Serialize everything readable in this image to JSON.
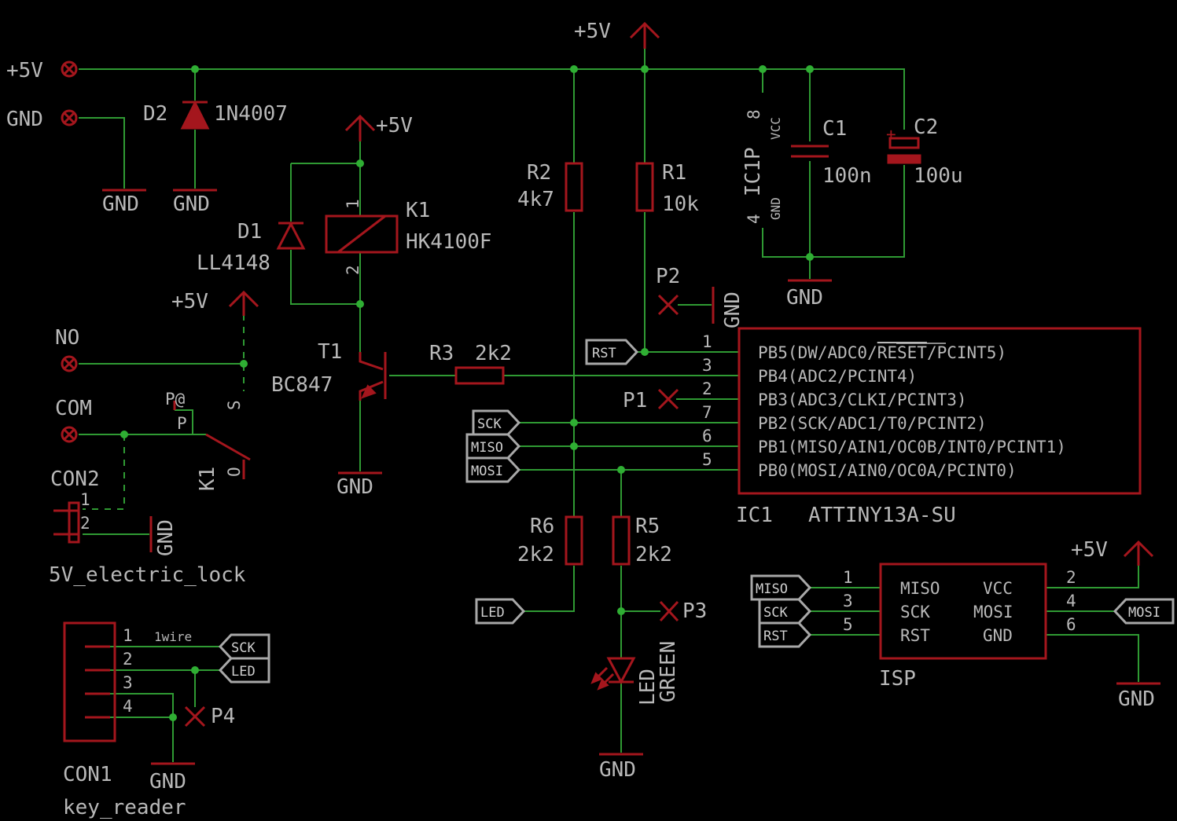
{
  "schematic": {
    "nets": {
      "vcc": "+5V",
      "gnd": "GND",
      "no": "NO",
      "com": "COM",
      "sck": "SCK",
      "miso": "MISO",
      "mosi": "MOSI",
      "rst": "RST",
      "led": "LED",
      "onewire": "1wire"
    },
    "d2": {
      "name": "D2",
      "value": "1N4007"
    },
    "d1": {
      "name": "D1",
      "value": "LL4148"
    },
    "k1": {
      "name": "K1",
      "value": "HK4100F",
      "pin1": "1",
      "pin2": "2",
      "contact_s": "S",
      "contact_p": "P",
      "contact_pa": "P@",
      "contact_o": "O"
    },
    "t1": {
      "name": "T1",
      "value": "BC847"
    },
    "r1": {
      "name": "R1",
      "value": "10k"
    },
    "r2": {
      "name": "R2",
      "value": "4k7"
    },
    "r3": {
      "name": "R3",
      "value": "2k2"
    },
    "r5": {
      "name": "R5",
      "value": "2k2"
    },
    "r6": {
      "name": "R6",
      "value": "2k2"
    },
    "c1": {
      "name": "C1",
      "value": "100n"
    },
    "c2": {
      "name": "C2",
      "value": "100u",
      "polarity": "+"
    },
    "ic1p": {
      "name": "IC1P",
      "pin8": "8",
      "pin4": "4",
      "vcc": "VCC",
      "gnd": "GND"
    },
    "ic1": {
      "name": "IC1",
      "value": "ATTINY13A-SU",
      "pins": [
        {
          "num": "1",
          "prefix": "PB5(DW/ADC0/",
          "overline": "RESET",
          "suffix": "/PCINT5)"
        },
        {
          "num": "3",
          "label": "PB4(ADC2/PCINT4)"
        },
        {
          "num": "2",
          "label": "PB3(ADC3/CLKI/PCINT3)"
        },
        {
          "num": "7",
          "label": "PB2(SCK/ADC1/T0/PCINT2)"
        },
        {
          "num": "6",
          "label": "PB1(MISO/AIN1/OC0B/INT0/PCINT1)"
        },
        {
          "num": "5",
          "label": "PB0(MOSI/AIN0/OC0A/PCINT0)"
        }
      ]
    },
    "led1": {
      "name": "LED",
      "value": "GREEN"
    },
    "con1": {
      "name": "CON1",
      "value": "key_reader",
      "pins": [
        "1",
        "2",
        "3",
        "4"
      ]
    },
    "con2": {
      "name": "CON2",
      "value": "5V_electric_lock",
      "pins": [
        "1",
        "2"
      ]
    },
    "isp": {
      "name": "ISP",
      "left_pins": [
        {
          "num": "1",
          "label": "MISO"
        },
        {
          "num": "3",
          "label": "SCK"
        },
        {
          "num": "5",
          "label": "RST"
        }
      ],
      "right_pins": [
        {
          "num": "2",
          "label": "VCC"
        },
        {
          "num": "4",
          "label": "MOSI"
        },
        {
          "num": "6",
          "label": "GND"
        }
      ]
    },
    "testpoints": [
      "P1",
      "P2",
      "P3",
      "P4"
    ]
  }
}
